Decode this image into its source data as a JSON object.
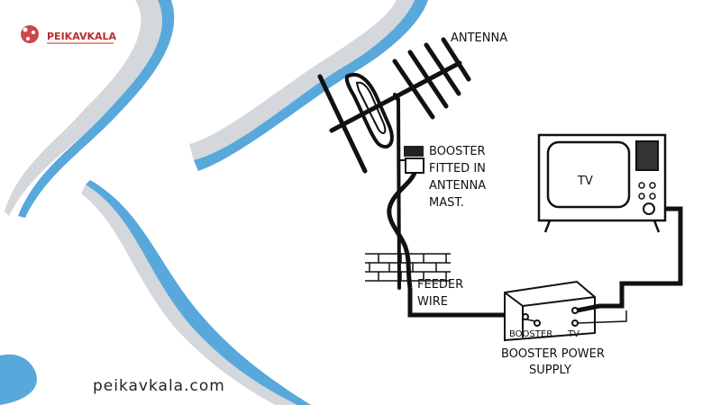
{
  "brand": {
    "logo_text": "PEIKAVKALA",
    "website": "peikavkala.com",
    "accent_color": "#c0292b"
  },
  "colors": {
    "wave_blue": "#58a8dc",
    "wave_gray": "#d4d7db",
    "line": "#111111"
  },
  "diagram": {
    "antenna_label": "ANTENNA",
    "booster_label": [
      "BOOSTER",
      "FITTED IN",
      "ANTENNA",
      "MAST."
    ],
    "feeder_label": [
      "FEEDER",
      "WIRE"
    ],
    "tv_label": "TV",
    "power_supply_label": [
      "BOOSTER POWER",
      "SUPPLY"
    ],
    "port_booster_label": "BOOSTER",
    "port_tv_label": "TV"
  }
}
